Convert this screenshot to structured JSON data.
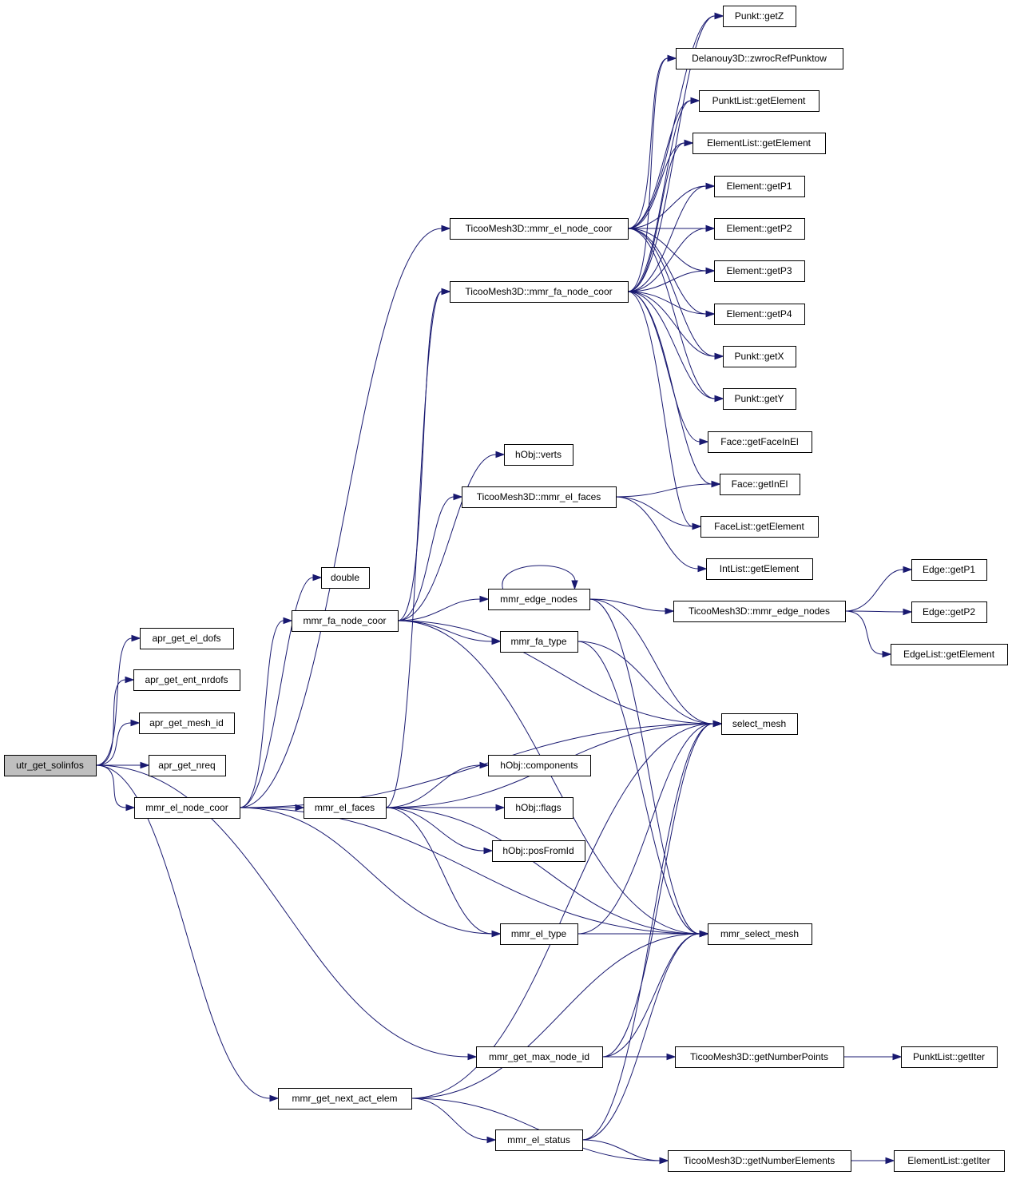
{
  "graph": {
    "nodes": [
      {
        "id": "utr_get_solinfos",
        "label": "utr_get_solinfos",
        "root": true
      },
      {
        "id": "apr_get_el_dofs",
        "label": "apr_get_el_dofs"
      },
      {
        "id": "apr_get_ent_nrdofs",
        "label": "apr_get_ent_nrdofs"
      },
      {
        "id": "apr_get_mesh_id",
        "label": "apr_get_mesh_id"
      },
      {
        "id": "apr_get_nreq",
        "label": "apr_get_nreq"
      },
      {
        "id": "mmr_el_node_coor",
        "label": "mmr_el_node_coor"
      },
      {
        "id": "mmr_get_max_node_id",
        "label": "mmr_get_max_node_id"
      },
      {
        "id": "mmr_get_next_act_elem",
        "label": "mmr_get_next_act_elem"
      },
      {
        "id": "double",
        "label": "double"
      },
      {
        "id": "mmr_fa_node_coor",
        "label": "mmr_fa_node_coor"
      },
      {
        "id": "mmr_el_faces",
        "label": "mmr_el_faces"
      },
      {
        "id": "T_mmr_el_node_coor",
        "label": "TicooMesh3D::mmr_el_node_coor"
      },
      {
        "id": "T_mmr_fa_node_coor",
        "label": "TicooMesh3D::mmr_fa_node_coor"
      },
      {
        "id": "hObj_verts",
        "label": "hObj::verts"
      },
      {
        "id": "T_mmr_el_faces",
        "label": "TicooMesh3D::mmr_el_faces"
      },
      {
        "id": "mmr_edge_nodes",
        "label": "mmr_edge_nodes"
      },
      {
        "id": "mmr_fa_type",
        "label": "mmr_fa_type"
      },
      {
        "id": "hObj_components",
        "label": "hObj::components"
      },
      {
        "id": "hObj_flags",
        "label": "hObj::flags"
      },
      {
        "id": "hObj_posFromId",
        "label": "hObj::posFromId"
      },
      {
        "id": "mmr_el_type",
        "label": "mmr_el_type"
      },
      {
        "id": "mmr_el_status",
        "label": "mmr_el_status"
      },
      {
        "id": "Punkt_getZ",
        "label": "Punkt::getZ"
      },
      {
        "id": "Delanouy3D_zwroc",
        "label": "Delanouy3D::zwrocRefPunktow"
      },
      {
        "id": "PunktList_getElement",
        "label": "PunktList::getElement"
      },
      {
        "id": "ElementList_getElement",
        "label": "ElementList::getElement"
      },
      {
        "id": "Element_getP1",
        "label": "Element::getP1"
      },
      {
        "id": "Element_getP2",
        "label": "Element::getP2"
      },
      {
        "id": "Element_getP3",
        "label": "Element::getP3"
      },
      {
        "id": "Element_getP4",
        "label": "Element::getP4"
      },
      {
        "id": "Punkt_getX",
        "label": "Punkt::getX"
      },
      {
        "id": "Punkt_getY",
        "label": "Punkt::getY"
      },
      {
        "id": "Face_getFaceInEl",
        "label": "Face::getFaceInEl"
      },
      {
        "id": "Face_getInEl",
        "label": "Face::getInEl"
      },
      {
        "id": "FaceList_getElement",
        "label": "FaceList::getElement"
      },
      {
        "id": "IntList_getElement",
        "label": "IntList::getElement"
      },
      {
        "id": "T_mmr_edge_nodes",
        "label": "TicooMesh3D::mmr_edge_nodes"
      },
      {
        "id": "select_mesh",
        "label": "select_mesh"
      },
      {
        "id": "mmr_select_mesh",
        "label": "mmr_select_mesh"
      },
      {
        "id": "T_getNumberPoints",
        "label": "TicooMesh3D::getNumberPoints"
      },
      {
        "id": "T_getNumberElements",
        "label": "TicooMesh3D::getNumberElements"
      },
      {
        "id": "Edge_getP1",
        "label": "Edge::getP1"
      },
      {
        "id": "Edge_getP2",
        "label": "Edge::getP2"
      },
      {
        "id": "EdgeList_getElement",
        "label": "EdgeList::getElement"
      },
      {
        "id": "PunktList_getIter",
        "label": "PunktList::getIter"
      },
      {
        "id": "ElementList_getIter",
        "label": "ElementList::getIter"
      }
    ],
    "edges": [
      [
        "utr_get_solinfos",
        "apr_get_el_dofs"
      ],
      [
        "utr_get_solinfos",
        "apr_get_ent_nrdofs"
      ],
      [
        "utr_get_solinfos",
        "apr_get_mesh_id"
      ],
      [
        "utr_get_solinfos",
        "apr_get_nreq"
      ],
      [
        "utr_get_solinfos",
        "mmr_el_node_coor"
      ],
      [
        "utr_get_solinfos",
        "mmr_get_max_node_id"
      ],
      [
        "utr_get_solinfos",
        "mmr_get_next_act_elem"
      ],
      [
        "mmr_el_node_coor",
        "T_mmr_el_node_coor"
      ],
      [
        "mmr_el_node_coor",
        "double"
      ],
      [
        "mmr_el_node_coor",
        "mmr_fa_node_coor"
      ],
      [
        "mmr_el_node_coor",
        "mmr_el_faces"
      ],
      [
        "mmr_el_node_coor",
        "select_mesh"
      ],
      [
        "mmr_el_node_coor",
        "mmr_el_type"
      ],
      [
        "mmr_el_node_coor",
        "mmr_select_mesh"
      ],
      [
        "mmr_fa_node_coor",
        "T_mmr_fa_node_coor"
      ],
      [
        "mmr_fa_node_coor",
        "hObj_verts"
      ],
      [
        "mmr_fa_node_coor",
        "T_mmr_el_faces"
      ],
      [
        "mmr_fa_node_coor",
        "mmr_edge_nodes"
      ],
      [
        "mmr_fa_node_coor",
        "mmr_fa_type"
      ],
      [
        "mmr_fa_node_coor",
        "select_mesh"
      ],
      [
        "mmr_fa_node_coor",
        "mmr_select_mesh"
      ],
      [
        "mmr_el_faces",
        "T_mmr_fa_node_coor"
      ],
      [
        "mmr_el_faces",
        "select_mesh"
      ],
      [
        "mmr_el_faces",
        "hObj_components"
      ],
      [
        "mmr_el_faces",
        "hObj_flags"
      ],
      [
        "mmr_el_faces",
        "hObj_posFromId"
      ],
      [
        "mmr_el_faces",
        "mmr_el_type"
      ],
      [
        "mmr_el_faces",
        "mmr_select_mesh"
      ],
      [
        "T_mmr_el_node_coor",
        "Punkt_getZ"
      ],
      [
        "T_mmr_el_node_coor",
        "Delanouy3D_zwroc"
      ],
      [
        "T_mmr_el_node_coor",
        "PunktList_getElement"
      ],
      [
        "T_mmr_el_node_coor",
        "ElementList_getElement"
      ],
      [
        "T_mmr_el_node_coor",
        "Element_getP1"
      ],
      [
        "T_mmr_el_node_coor",
        "Element_getP2"
      ],
      [
        "T_mmr_el_node_coor",
        "Element_getP3"
      ],
      [
        "T_mmr_el_node_coor",
        "Element_getP4"
      ],
      [
        "T_mmr_el_node_coor",
        "Punkt_getX"
      ],
      [
        "T_mmr_el_node_coor",
        "Punkt_getY"
      ],
      [
        "T_mmr_fa_node_coor",
        "Punkt_getZ"
      ],
      [
        "T_mmr_fa_node_coor",
        "Delanouy3D_zwroc"
      ],
      [
        "T_mmr_fa_node_coor",
        "PunktList_getElement"
      ],
      [
        "T_mmr_fa_node_coor",
        "ElementList_getElement"
      ],
      [
        "T_mmr_fa_node_coor",
        "Element_getP1"
      ],
      [
        "T_mmr_fa_node_coor",
        "Element_getP2"
      ],
      [
        "T_mmr_fa_node_coor",
        "Element_getP3"
      ],
      [
        "T_mmr_fa_node_coor",
        "Element_getP4"
      ],
      [
        "T_mmr_fa_node_coor",
        "Punkt_getX"
      ],
      [
        "T_mmr_fa_node_coor",
        "Punkt_getY"
      ],
      [
        "T_mmr_fa_node_coor",
        "Face_getFaceInEl"
      ],
      [
        "T_mmr_fa_node_coor",
        "Face_getInEl"
      ],
      [
        "T_mmr_fa_node_coor",
        "FaceList_getElement"
      ],
      [
        "T_mmr_el_faces",
        "Face_getInEl"
      ],
      [
        "T_mmr_el_faces",
        "FaceList_getElement"
      ],
      [
        "T_mmr_el_faces",
        "IntList_getElement"
      ],
      [
        "mmr_edge_nodes",
        "mmr_edge_nodes"
      ],
      [
        "mmr_edge_nodes",
        "T_mmr_edge_nodes"
      ],
      [
        "mmr_edge_nodes",
        "select_mesh"
      ],
      [
        "mmr_edge_nodes",
        "mmr_select_mesh"
      ],
      [
        "T_mmr_edge_nodes",
        "Edge_getP1"
      ],
      [
        "T_mmr_edge_nodes",
        "Edge_getP2"
      ],
      [
        "T_mmr_edge_nodes",
        "EdgeList_getElement"
      ],
      [
        "mmr_fa_type",
        "select_mesh"
      ],
      [
        "mmr_fa_type",
        "mmr_select_mesh"
      ],
      [
        "mmr_el_type",
        "select_mesh"
      ],
      [
        "mmr_el_type",
        "mmr_select_mesh"
      ],
      [
        "mmr_get_max_node_id",
        "select_mesh"
      ],
      [
        "mmr_get_max_node_id",
        "mmr_select_mesh"
      ],
      [
        "mmr_get_max_node_id",
        "T_getNumberPoints"
      ],
      [
        "T_getNumberPoints",
        "PunktList_getIter"
      ],
      [
        "mmr_get_next_act_elem",
        "select_mesh"
      ],
      [
        "mmr_get_next_act_elem",
        "mmr_select_mesh"
      ],
      [
        "mmr_get_next_act_elem",
        "mmr_el_status"
      ],
      [
        "mmr_get_next_act_elem",
        "T_getNumberElements"
      ],
      [
        "mmr_el_status",
        "select_mesh"
      ],
      [
        "mmr_el_status",
        "mmr_select_mesh"
      ],
      [
        "mmr_el_status",
        "T_getNumberElements"
      ],
      [
        "T_getNumberElements",
        "ElementList_getIter"
      ]
    ]
  }
}
